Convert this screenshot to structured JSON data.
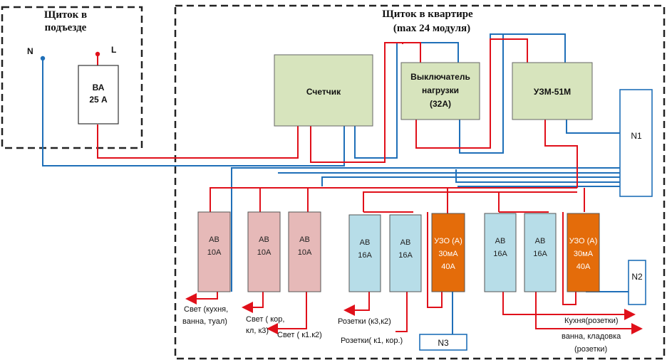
{
  "panels": {
    "entrance": {
      "title_line1": "Щиток в",
      "title_line2": "подъезде"
    },
    "apartment": {
      "title_line1": "Щиток в квартире",
      "title_line2": "(max 24 модуля)"
    }
  },
  "terminals": {
    "neutral": "N",
    "line": "L"
  },
  "devices": {
    "main_breaker": {
      "line1": "ВА",
      "line2": "25 А"
    },
    "meter": {
      "label": "Счетчик"
    },
    "load_switch": {
      "line1": "Выключатель",
      "line2": "нагрузки",
      "line3": "(32А)"
    },
    "voltage_relay": {
      "label": "УЗМ-51М"
    },
    "n1": {
      "label": "N1"
    },
    "n2": {
      "label": "N2"
    },
    "n3": {
      "label": "N3"
    }
  },
  "breakers": [
    {
      "line1": "АВ",
      "line2": "10А",
      "group": "light"
    },
    {
      "line1": "АВ",
      "line2": "10А",
      "group": "light"
    },
    {
      "line1": "АВ",
      "line2": "10А",
      "group": "light"
    },
    {
      "line1": "АВ",
      "line2": "16А",
      "group": "socket"
    },
    {
      "line1": "АВ",
      "line2": "16А",
      "group": "socket"
    },
    {
      "line1": "УЗО (А)",
      "line2": "30мА",
      "line3": "40А",
      "group": "rcd"
    },
    {
      "line1": "АВ",
      "line2": "16А",
      "group": "socket"
    },
    {
      "line1": "АВ",
      "line2": "16А",
      "group": "socket"
    },
    {
      "line1": "УЗО (А)",
      "line2": "30мА",
      "line3": "40А",
      "group": "rcd"
    }
  ],
  "outputs": {
    "light1": {
      "line1": "Свет (кухня,",
      "line2": "ванна, туал)"
    },
    "light2": {
      "line1": "Свет ( кор,",
      "line2": "кл, к3)"
    },
    "light3": {
      "line1": "Свет ( к1.к2)"
    },
    "socket1": {
      "line1": "Розетки (к3,к2)"
    },
    "socket2": {
      "line1": "Розетки( к1,  кор.)"
    },
    "kitchen": {
      "line1": "Кухня(розетки)"
    },
    "bath": {
      "line1": "ванна, кладовка",
      "line2": "(розетки)"
    }
  },
  "colors": {
    "phase": "#e0101a",
    "neutral": "#1f6fb8",
    "light_breaker": "#e6b9b8",
    "socket_breaker": "#b7dde8",
    "rcd": "#e46c0a",
    "meter_fill": "#d7e4bd",
    "n_box_border": "#1f6fb8"
  }
}
